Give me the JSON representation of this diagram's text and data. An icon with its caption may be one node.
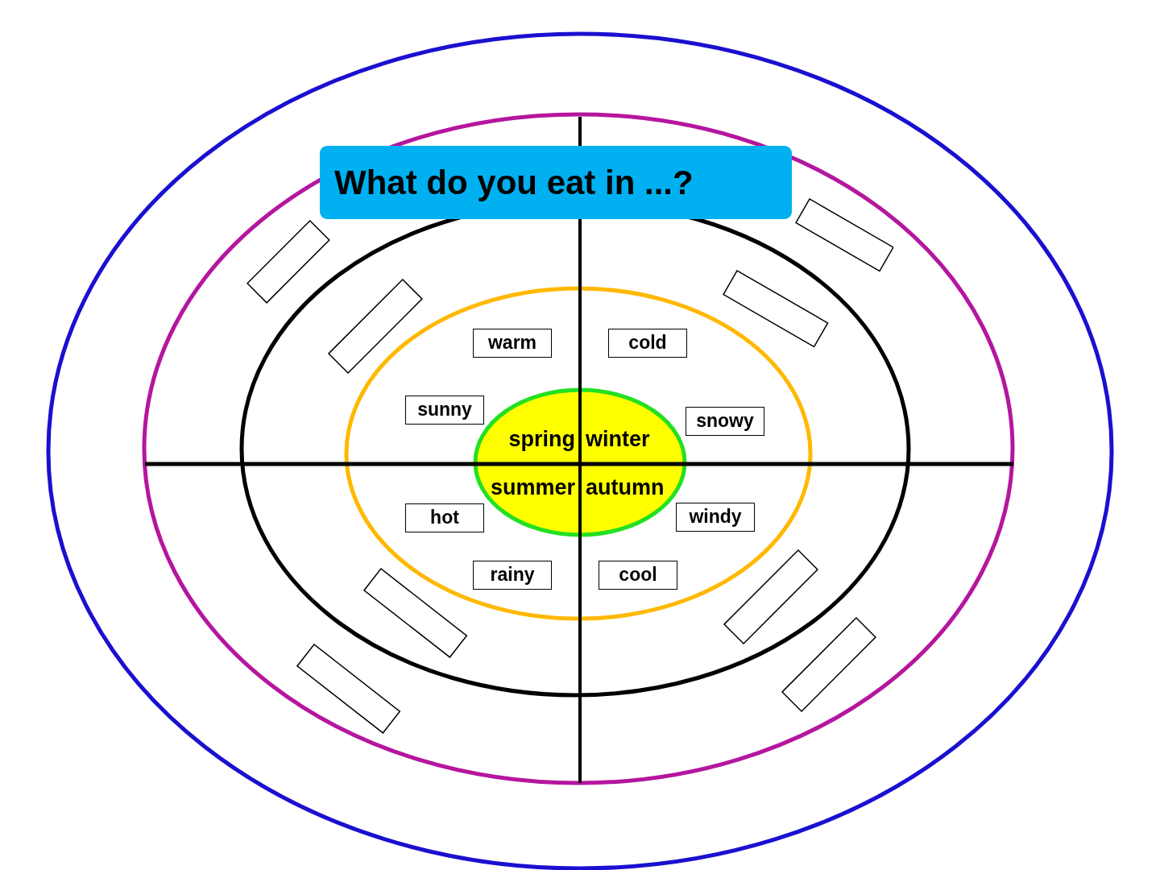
{
  "diagram": {
    "title": "What do you eat in ...?",
    "nodes": [
      {
        "text": [
          "spring",
          "winter",
          "summer",
          "autumn"
        ]
      },
      {
        "text": [
          "warm"
        ]
      },
      {
        "text": [
          "cold"
        ]
      },
      {
        "text": [
          "sunny"
        ]
      },
      {
        "text": [
          "snowy"
        ]
      },
      {
        "text": [
          "hot"
        ]
      },
      {
        "text": [
          "windy"
        ]
      },
      {
        "text": [
          "rainy"
        ]
      },
      {
        "text": [
          "cool"
        ]
      },
      {
        "text": [],
        "shape": "box"
      },
      {
        "text": [],
        "shape": "box"
      },
      {
        "text": [],
        "shape": "box"
      },
      {
        "text": [],
        "shape": "box"
      },
      {
        "text": [],
        "shape": "box"
      },
      {
        "text": [],
        "shape": "box"
      },
      {
        "text": [],
        "shape": "box"
      },
      {
        "text": [],
        "shape": "box"
      }
    ]
  }
}
